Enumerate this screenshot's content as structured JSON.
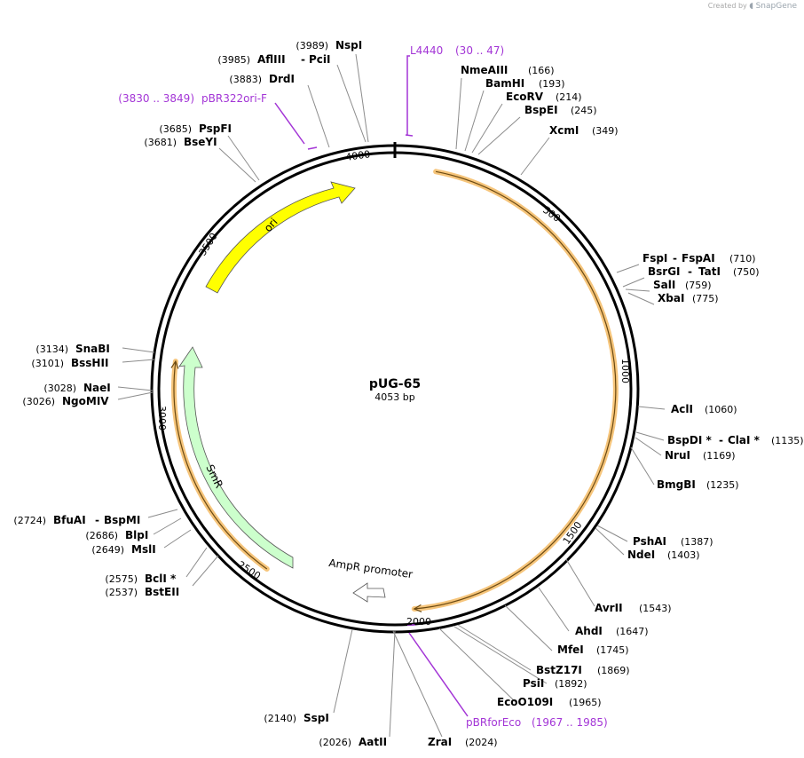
{
  "watermark": {
    "prefix": "Created by",
    "brand": "SnapGene"
  },
  "plasmid": {
    "name": "pUG-65",
    "length_label": "4053 bp",
    "length_bp": 4053
  },
  "colors": {
    "backbone": "#000000",
    "ori": "#ffff00",
    "smr": "#ccffcc",
    "orf_fill": "#f6c57b",
    "orf_line": "#6b4a12",
    "primer": "#a335d6",
    "promoter": "#ffffff",
    "leader": "#8c8c8c"
  },
  "ticks": [
    "500",
    "1000",
    "1500",
    "2000",
    "2500",
    "3000",
    "3500",
    "4000"
  ],
  "features": [
    {
      "label": "ori",
      "type": "arrow",
      "color": "ori"
    },
    {
      "label": "SmR",
      "type": "arrow",
      "color": "smr"
    },
    {
      "label": "AmpR promoter",
      "type": "promoter",
      "color": "promoter"
    }
  ],
  "orfs": [
    {
      "start": 120,
      "end": 1970
    },
    {
      "start": 2425,
      "end": 3120
    }
  ],
  "sites": [
    {
      "name": "NspI",
      "pos": "(3989)",
      "bp": 3989
    },
    {
      "name": "AflIII",
      "name2": "PciI",
      "pos": "(3985)",
      "bp": 3985
    },
    {
      "name": "DrdI",
      "pos": "(3883)",
      "bp": 3883
    },
    {
      "name": "PspFI",
      "pos": "(3685)",
      "bp": 3685
    },
    {
      "name": "BseYI",
      "pos": "(3681)",
      "bp": 3681
    },
    {
      "name": "NmeAIII",
      "pos": "(166)",
      "bp": 166
    },
    {
      "name": "BamHI",
      "pos": "(193)",
      "bp": 193
    },
    {
      "name": "EcoRV",
      "pos": "(214)",
      "bp": 214
    },
    {
      "name": "BspEI",
      "pos": "(245)",
      "bp": 245
    },
    {
      "name": "XcmI",
      "pos": "(349)",
      "bp": 349
    },
    {
      "name": "FspI",
      "name2": "FspAI",
      "pos": "(710)",
      "bp": 710
    },
    {
      "name": "BsrGI",
      "name2": "TatI",
      "pos": "(750)",
      "bp": 750
    },
    {
      "name": "SalI",
      "pos": "(759)",
      "bp": 759
    },
    {
      "name": "XbaI",
      "pos": "(775)",
      "bp": 775
    },
    {
      "name": "AclI",
      "pos": "(1060)",
      "bp": 1060
    },
    {
      "name": "BspDI *",
      "name2": "ClaI *",
      "pos": "(1135)",
      "bp": 1135
    },
    {
      "name": "NruI",
      "pos": "(1169)",
      "bp": 1169
    },
    {
      "name": "BmgBI",
      "pos": "(1235)",
      "bp": 1235
    },
    {
      "name": "PshAI",
      "pos": "(1387)",
      "bp": 1387
    },
    {
      "name": "NdeI",
      "pos": "(1403)",
      "bp": 1403
    },
    {
      "name": "AvrII",
      "pos": "(1543)",
      "bp": 1543
    },
    {
      "name": "AhdI",
      "pos": "(1647)",
      "bp": 1647
    },
    {
      "name": "MfeI",
      "pos": "(1745)",
      "bp": 1745
    },
    {
      "name": "BstZ17I",
      "pos": "(1869)",
      "bp": 1869
    },
    {
      "name": "PsiI",
      "pos": "(1892)",
      "bp": 1892
    },
    {
      "name": "EcoO109I",
      "pos": "(1965)",
      "bp": 1965
    },
    {
      "name": "ZraI",
      "pos": "(2024)",
      "bp": 2024
    },
    {
      "name": "AatII",
      "pos": "(2026)",
      "bp": 2026
    },
    {
      "name": "SspI",
      "pos": "(2140)",
      "bp": 2140
    },
    {
      "name": "BstEII",
      "pos": "(2537)",
      "bp": 2537
    },
    {
      "name": "BclI *",
      "pos": "(2575)",
      "bp": 2575
    },
    {
      "name": "MslI",
      "pos": "(2649)",
      "bp": 2649
    },
    {
      "name": "BlpI",
      "pos": "(2686)",
      "bp": 2686
    },
    {
      "name": "BfuAI",
      "name2": "BspMI",
      "pos": "(2724)",
      "bp": 2724
    },
    {
      "name": "NgoMIV",
      "pos": "(3026)",
      "bp": 3026
    },
    {
      "name": "NaeI",
      "pos": "(3028)",
      "bp": 3028
    },
    {
      "name": "BssHII",
      "pos": "(3101)",
      "bp": 3101
    },
    {
      "name": "SnaBI",
      "pos": "(3134)",
      "bp": 3134
    }
  ],
  "primers": [
    {
      "name": "L4440",
      "range": "(30 .. 47)",
      "bp": 30
    },
    {
      "name": "pBR322ori-F",
      "range": "(3830 .. 3849)",
      "bp": 3830
    },
    {
      "name": "pBRforEco",
      "range": "(1967 .. 1985)",
      "bp": 1967
    }
  ]
}
